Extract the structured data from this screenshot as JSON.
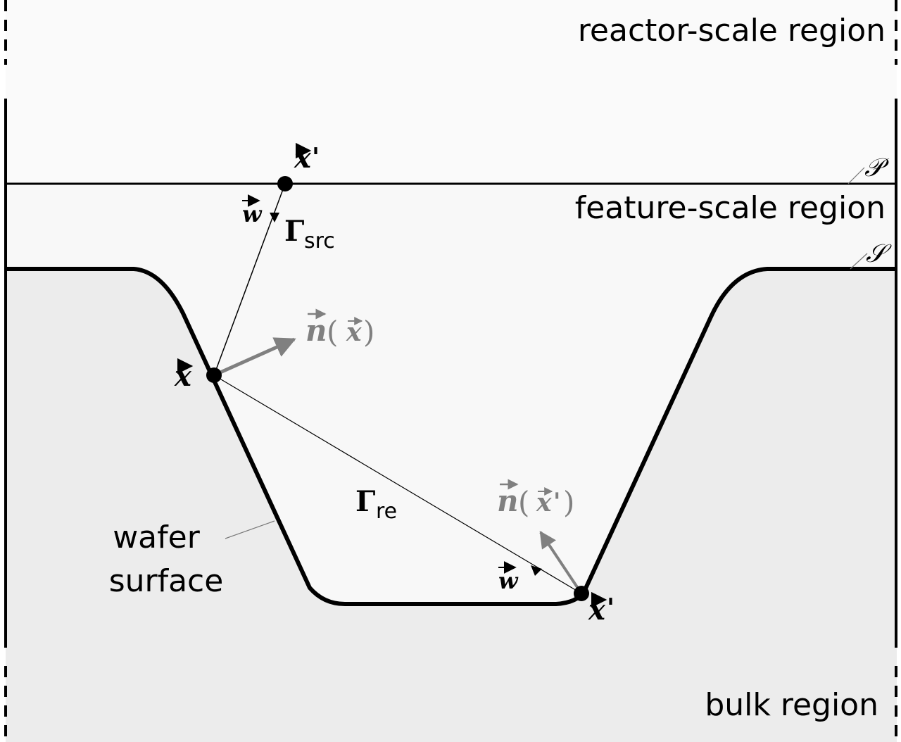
{
  "labels": {
    "reactor": "reactor-scale region",
    "feature": "feature-scale region",
    "bulk": "bulk region",
    "wafer_line1": "wafer",
    "wafer_line2": "surface",
    "P": "𝒫",
    "S": "𝒮",
    "x_vec": "x",
    "x_prime_vec": "x",
    "prime": "'",
    "w_vec": "w",
    "gamma": "Γ",
    "sub_src": "src",
    "sub_re": "re",
    "n_label": "n",
    "paren_open": "(",
    "paren_close": ")"
  },
  "colors": {
    "line": "#000000",
    "normal_gray": "#808080",
    "bulk_fill": "#ececec",
    "feature_fill": "#f8f8f8",
    "reactor_fill": "#fafafa"
  }
}
